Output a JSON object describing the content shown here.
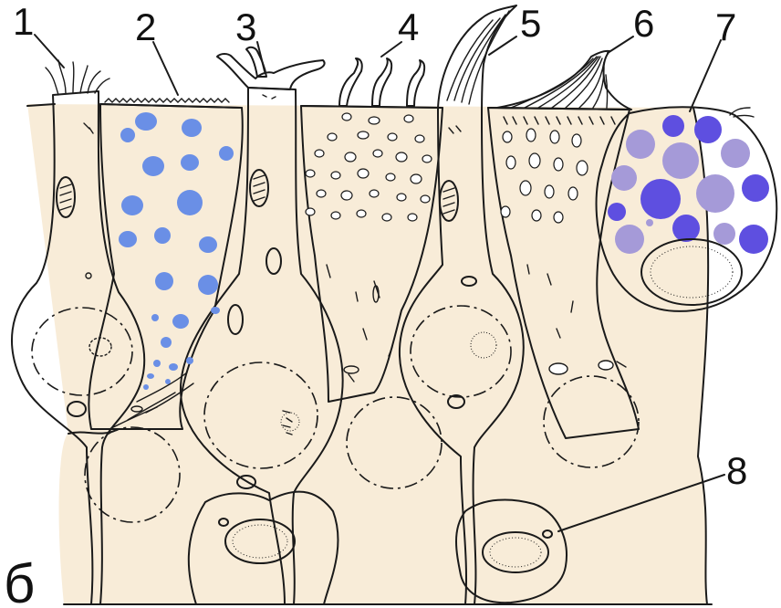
{
  "labels": {
    "l1": "1",
    "l2": "2",
    "l3": "3",
    "l4": "4",
    "l5": "5",
    "l6": "6",
    "l7": "7",
    "l8": "8",
    "panel": "б"
  },
  "colors": {
    "background": "#ffffff",
    "supporting_cell": "#f8ecd8",
    "receptor_cell": "#f6d898",
    "basal_cell": "#e9c15b",
    "mucous_droplet": "#6a8fe6",
    "secretory_granule_light": "#a59ad8",
    "secretory_granule_dark": "#5e4fe0",
    "outline": "#1a1a1a"
  }
}
